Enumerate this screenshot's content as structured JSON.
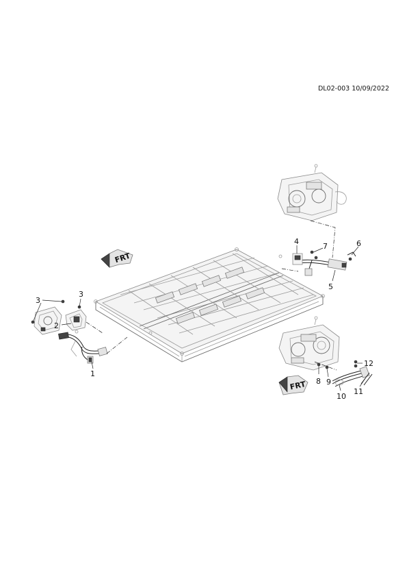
{
  "document_ref": "DL02-003 10/09/2022",
  "front_arrow_label": "FRT",
  "callouts": [
    {
      "id": "c1",
      "text": "1"
    },
    {
      "id": "c2",
      "text": "2"
    },
    {
      "id": "c3a",
      "text": "3"
    },
    {
      "id": "c3b",
      "text": "3"
    },
    {
      "id": "c4",
      "text": "4"
    },
    {
      "id": "c5",
      "text": "5"
    },
    {
      "id": "c6",
      "text": "6"
    },
    {
      "id": "c7",
      "text": "7"
    },
    {
      "id": "c8",
      "text": "8"
    },
    {
      "id": "c9",
      "text": "9"
    },
    {
      "id": "c10",
      "text": "10"
    },
    {
      "id": "c11",
      "text": "11"
    },
    {
      "id": "c12",
      "text": "12"
    }
  ]
}
